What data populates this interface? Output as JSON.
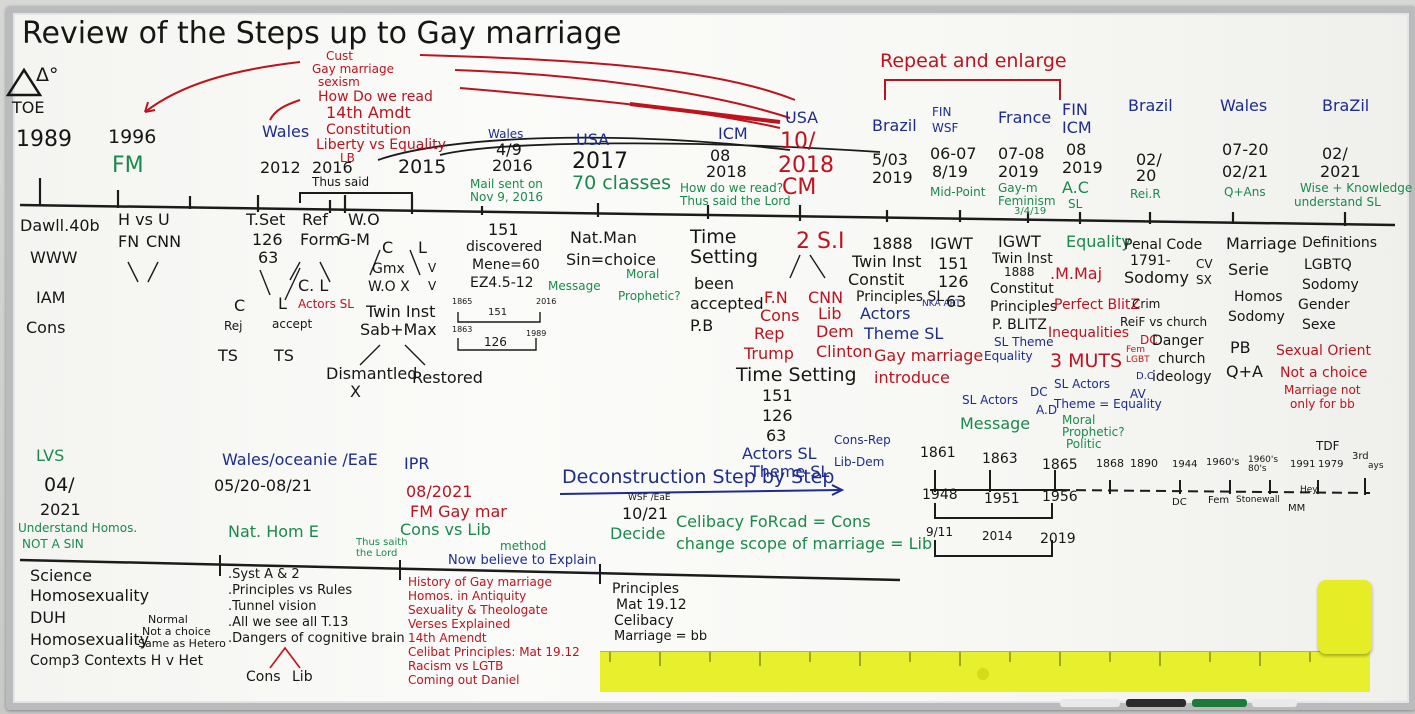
{
  "title": "Review of the Steps up to Gay marriage",
  "header_left": {
    "delta": "Δ°",
    "toe": "TOE",
    "y1989": "1989",
    "y1996": "1996",
    "fm": "FM"
  },
  "red_cluster": [
    "Cust",
    "Gay marriage",
    "sexism",
    "How Do we read",
    "14th Amdt",
    "Constitution",
    "Liberty vs Equality",
    "LB"
  ],
  "upper_dates": {
    "wales1": "Wales",
    "y2012": "2012",
    "y2016a": "2016",
    "thus_said": "Thus said",
    "y2015": "2015",
    "wales2": "Wales",
    "d4_9": "4/9",
    "y2016": "2016",
    "mail": "Mail sent on Nov 9, 2016",
    "usa1": "USA",
    "y2017": "2017",
    "classes": "70 classes",
    "icm": "ICM",
    "d08": "08",
    "y2018a": "2018",
    "how_read": "How do we read? Thus said the Lord",
    "usa2": "USA",
    "d10": "10/",
    "y2018b": "2018",
    "cm": "CM",
    "repeat": "Repeat and enlarge",
    "brazil1": "Brazil",
    "d5_03": "5/03",
    "y2019a": "2019",
    "fin1": "FIN",
    "wsf": "WSF",
    "d06_07": "06-07",
    "d8_19": "8/19",
    "midpoint": "Mid-Point",
    "france": "France",
    "d07_08": "07-08",
    "y2019b": "2019",
    "gaym": "Gay-m",
    "feminism": "Feminism",
    "d3_4_19": "3/4/19",
    "fin2": "FIN",
    "icm2": "ICM",
    "d08b": "08",
    "y2019c": "2019",
    "ac": "A.C",
    "sl": "SL",
    "brazil2": "Brazil",
    "d02": "02/",
    "d20": "20",
    "reir": "Rei.R",
    "wales3": "Wales",
    "d07_20": "07-20",
    "d02_21": "02/21",
    "qans": "Q+Ans",
    "brazil3": "BraZil",
    "d02b": "02/",
    "y2021": "2021",
    "wise": "Wise + Knowledge",
    "understand": "understand SL"
  },
  "under_line": {
    "dawll": "Dawll.40b",
    "www": "WWW",
    "iam": "IAM",
    "cons": "Cons",
    "hvsu": "H vs U",
    "fn": "FN",
    "cnn": "CNN",
    "tset": "T.Set",
    "n126": "126",
    "n63": "63",
    "c": "C",
    "l": "L",
    "rej": "Rej",
    "accept": "accept",
    "ts1": "TS",
    "ts2": "TS",
    "ref": "Ref",
    "form": "Form",
    "cl": "C. L",
    "actorssl": "Actors SL",
    "wo": "W.O",
    "gm": "G-M",
    "c2": "C",
    "l2": "L",
    "gmx": "Gmx",
    "wox": "W.O X",
    "v1": "V",
    "v2": "V",
    "twin": "Twin Inst",
    "sabmax": "Sab+Max",
    "dismantled": "Dismantled",
    "x": "X",
    "restored": "Restored",
    "n151": "151",
    "discovered": "discovered",
    "mene": "Mene=60",
    "ezek": "EZ4.5-12",
    "y1865": "1865",
    "y2016b": "2016",
    "n151b": "151",
    "y1863": "1863",
    "n126b": "126",
    "y1989": "1989",
    "natman": "Nat.Man",
    "sinchoice": "Sin=choice",
    "message": "Message",
    "moral": "Moral",
    "prophetic": "Prophetic?",
    "time": "Time",
    "setting": "Setting",
    "been": "been",
    "accepted": "accepted",
    "pb": "P.B",
    "gsi": "2 S.I",
    "fn2": "F.N",
    "cnn2": "CNN",
    "cons2": "Cons",
    "lib": "Lib",
    "rep": "Rep",
    "dem": "Dem",
    "trump": "Trump",
    "clinton": "Clinton",
    "timesetting": "Time Setting",
    "t151": "151",
    "t126": "126",
    "t63": "63",
    "actorssl2": "Actors SL",
    "themesl": "Theme SL",
    "consrep": "Cons-Rep",
    "libdem": "Lib-Dem",
    "y1888": "1888",
    "twininst": "Twin Inst",
    "constit": "Constit",
    "princSL": "Principles SL",
    "actors3": "Actors",
    "nkaart": "NKA ART",
    "themesl2": "Theme SL",
    "gaymarr": "Gay marriage",
    "introduce": "introduce",
    "igwt1": "IGWT",
    "i151": "151",
    "i126": "126",
    "i63": "63",
    "igwt2": "IGWT",
    "twinlnst": "Twin Inst",
    "y1888b": "1888",
    "constitut": "Constitut",
    "principles": "Principles",
    "pblitz": "P. BLITZ",
    "slthema": "SL Theme",
    "equality": "Equality",
    "equality2": "Equality",
    "mmaj": ".M.Maj",
    "perfectblitz": "Perfect BlitZ",
    "inequalities": "Inequalities",
    "muts": "3 MUTS",
    "fem": "Fem",
    "lgbt": "LGBT",
    "penal": "Penal Code",
    "y1791": "1791-",
    "sodomy": "Sodomy",
    "cv": "CV",
    "sx": "SX",
    "crim": "Crim",
    "reif": "ReiF vs church",
    "dc1": "DC",
    "danger": "Danger",
    "church": "church",
    "ideology": "ideology",
    "dc2": "D.C",
    "marriage": "Marriage",
    "serie": "Serie",
    "homos": "Homos",
    "sodomy2": "Sodomy",
    "pb2": "PB",
    "qa": "Q+A",
    "definitions": "Definitions",
    "lgbtq": "LGBTQ",
    "sodomy3": "Sodomy",
    "gender": "Gender",
    "sexe": "Sexe",
    "sexualorient": "Sexual Orient",
    "notchoice": "Not a choice",
    "marriagenot": "Marriage not",
    "onlyfor": "only for bb",
    "slactors": "SL Actors",
    "dc3": "DC",
    "av": "AV",
    "slactors2": "SL Actors",
    "themeeq": "Theme = Equality",
    "ad": "A.D",
    "moral2": "Moral",
    "message2": "Message",
    "prophetic2": "Prophetic?",
    "politic": "Politic"
  },
  "right_timeline": {
    "top": [
      "1861",
      "1863",
      "1865",
      "1868",
      "1890",
      "1944",
      "1960's",
      "1960's 80's",
      "1991",
      "1979",
      "3rd"
    ],
    "tdf": "TDF",
    "ays": "ays",
    "mm": "MM",
    "labels": [
      "DC",
      "Fem",
      "Stonewall",
      "Hey"
    ],
    "mid": [
      "1948",
      "1951",
      "1956"
    ],
    "low": [
      "9/11",
      "2014",
      "2019"
    ]
  },
  "lower": {
    "lvs": "LVS",
    "d04": "04/",
    "y2021": "2021",
    "understand": "Understand Homos.",
    "notsin": "NOT A SIN",
    "science": "Science",
    "homosexuality": "Homosexuality",
    "duh": "DUH",
    "homosex2": "Homosexuality",
    "comp": "Comp3 Contexts H v Het",
    "normal": "Normal",
    "notchoice": "Not a choice",
    "same": "Same as Hetero",
    "wales": "Wales/oceanie /EaE",
    "dates": "05/20-08/21",
    "nathom": "Nat. Hom E",
    "syst": ".Syst A & 2",
    "princrules": ".Principles vs Rules",
    "tunnel": ".Tunnel vision",
    "allwe": ".All we see all T.13",
    "dangers": ".Dangers of cognitive brain",
    "cons": "Cons",
    "lib": "Lib",
    "ipr": "IPR",
    "d08_2021": "08/2021",
    "fmgay": "FM Gay mar",
    "consvslib": "Cons vs Lib",
    "method": "method",
    "thussaith": "Thus saith the Lord",
    "nowbelieve": "Now believe to Explain",
    "history": [
      "History of Gay marriage",
      "Homos. in Antiquity",
      "Sexuality & Theologate",
      "Verses Explained",
      "14th Amendt",
      "Celibat Principles: Mat 19.12",
      "Racism vs LGTB",
      "Coming out Daniel"
    ],
    "decon": "Deconstruction Step by Step",
    "wsf": "WSF /EaE",
    "d10_21": "10/21",
    "decide": "Decide",
    "celibacy": "Celibacy FoRcad = Cons",
    "change": "change scope of marriage = Lib",
    "principles": "Principles",
    "mat": "Mat 19.12",
    "celibacy2": "Celibacy",
    "marriagebb": "Marriage = bb"
  },
  "colors": {
    "black": "#161616",
    "red": "#c0121e",
    "green": "#1a8a4c",
    "blue": "#1d2c8e",
    "ruler": "#e8f02e",
    "frame": "#b9bbbd"
  }
}
